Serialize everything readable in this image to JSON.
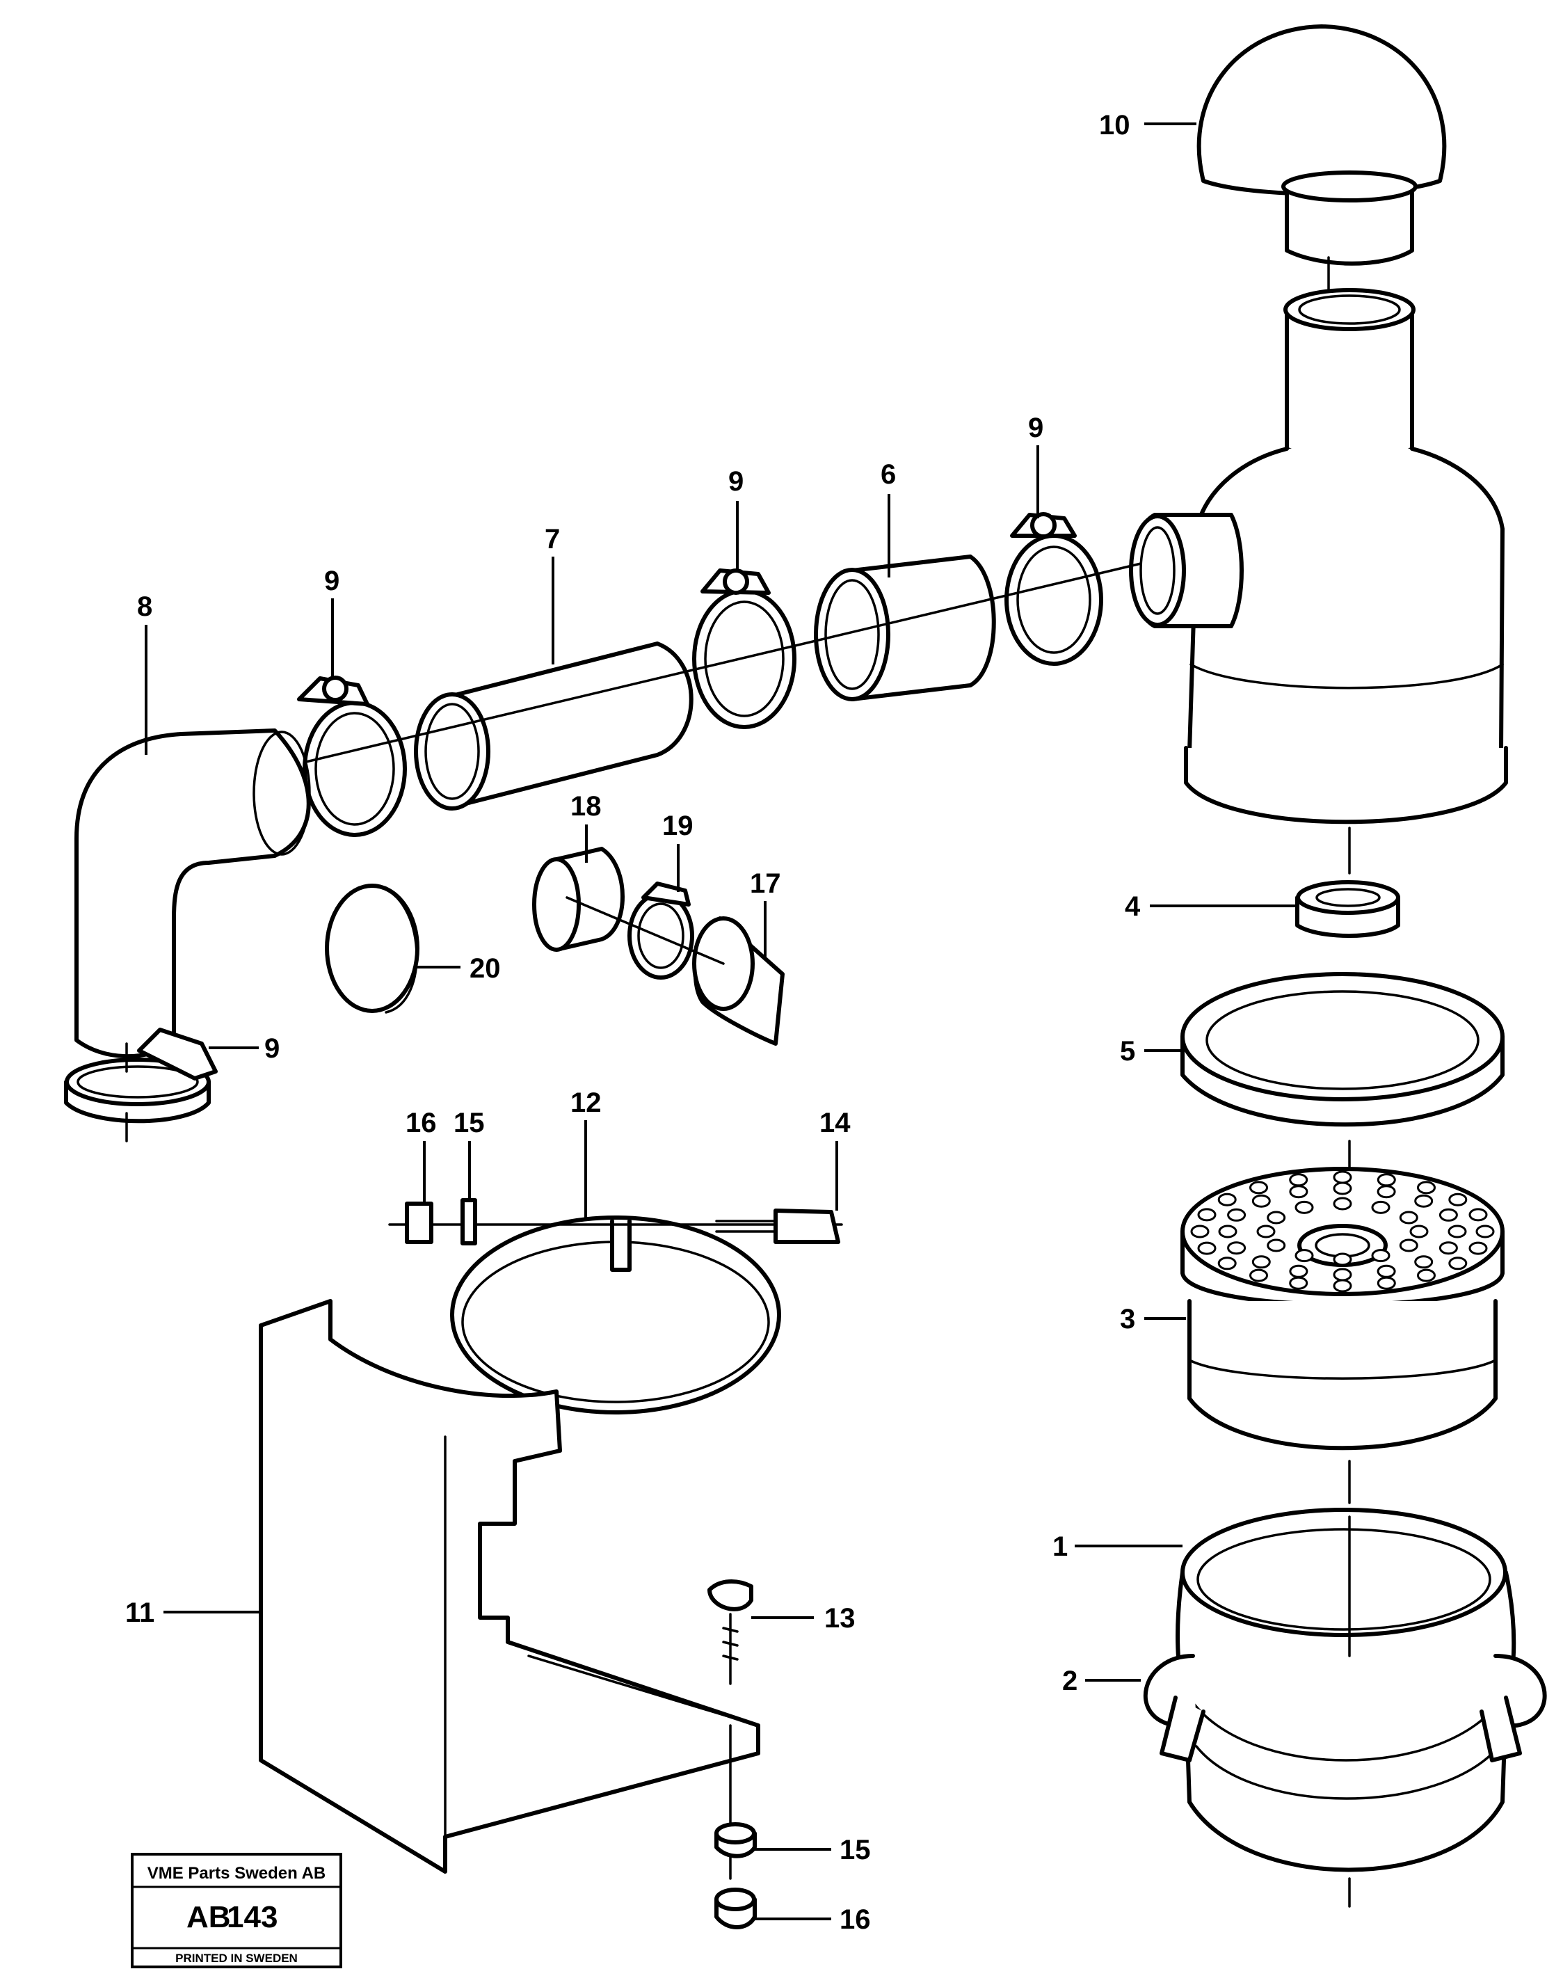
{
  "callouts": {
    "c10": "10",
    "c9a": "9",
    "c9b": "9",
    "c9c": "9",
    "c9d": "9",
    "c6": "6",
    "c7": "7",
    "c8": "8",
    "c18": "18",
    "c19": "19",
    "c17": "17",
    "c20": "20",
    "c4": "4",
    "c5": "5",
    "c3": "3",
    "c1": "1",
    "c2": "2",
    "c12": "12",
    "c16a": "16",
    "c15a": "15",
    "c14": "14",
    "c11": "11",
    "c13": "13",
    "c15b": "15",
    "c16b": "16"
  },
  "stamp": {
    "company": "VME Parts Sweden AB",
    "code_prefix": "AB",
    "code_number": "143",
    "footer": "PRINTED IN SWEDEN"
  }
}
